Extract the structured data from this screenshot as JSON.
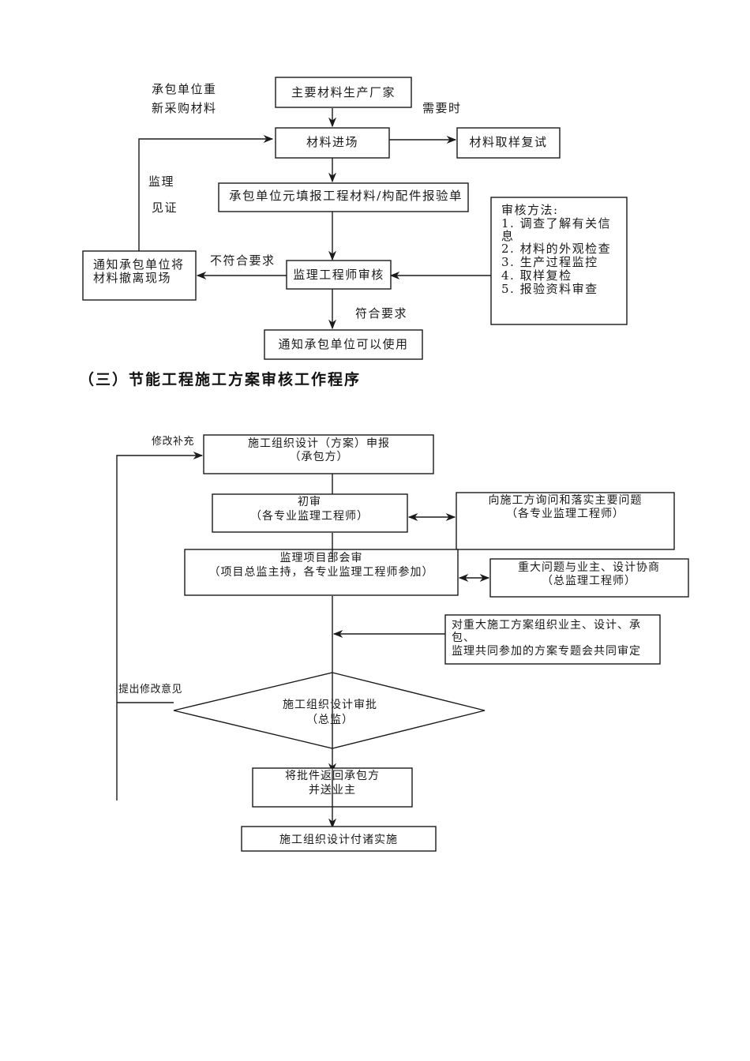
{
  "diagram1": {
    "labels": {
      "rebuy_line1": "承包单位重",
      "rebuy_line2": "新采购材料",
      "when_needed": "需要时",
      "witness_line1": "监理",
      "witness_line2": "见证",
      "not_compliant": "不符合要求",
      "compliant": "符合要求"
    },
    "nodes": {
      "manufacturer": "主要材料生产厂家",
      "material_entry": "材料进场",
      "sampling_retest": "材料取样复试",
      "contractor_report": "承包单位元填报工程材料/构配件报验单",
      "engineer_review": "监理工程师审核",
      "notify_remove_line1": "通知承包单位将",
      "notify_remove_line2": "材料撤离现场",
      "notify_use": "通知承包单位可以使用"
    },
    "review_methods": {
      "title": "审核方法:",
      "items": [
        "1. 调查了解有关信",
        "息",
        "2. 材料的外观检查",
        "3. 生产过程监控",
        "4. 取样复检",
        "5. 报验资料审查"
      ]
    }
  },
  "section_heading": "（三）节能工程施工方案审核工作程序",
  "diagram2": {
    "labels": {
      "revise_supplement": "修改补充",
      "propose_revision": "提出修改意见"
    },
    "nodes": {
      "submit_line1": "施工组织设计（方案）申报",
      "submit_line2": "（承包方）",
      "initial_review_line1": "初审",
      "initial_review_line2": "（各专业监理工程师）",
      "inquiry_line1": "向施工方询问和落实主要问题",
      "inquiry_line2": "（各专业监理工程师）",
      "joint_review_line1": "监理项目部会审",
      "joint_review_line2": "（项目总监主持，各专业监理工程师参加）",
      "consult_line1": "重大问题与业主、设计协商",
      "consult_line2": "（总监理工程师）",
      "special_meeting_line1": "对重大施工方案组织业主、设计、承",
      "special_meeting_line2": "包、",
      "special_meeting_line3": "监理共同参加的方案专题会共同审定",
      "approval_line1": "施工组织设计审批",
      "approval_line2": "（总监）",
      "return_line1": "将批件返回承包方",
      "return_line2": "并送业主",
      "implement": "施工组织设计付诸实施"
    }
  }
}
